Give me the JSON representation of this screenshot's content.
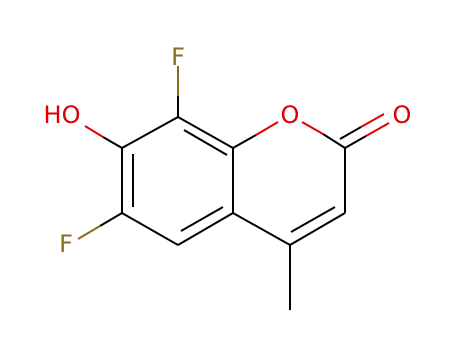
{
  "molecule": {
    "atoms": {
      "f_top": {
        "symbol": "F",
        "color": "#8a6d1a"
      },
      "f_left": {
        "symbol": "F",
        "color": "#8a6d1a"
      },
      "ho": {
        "symbol": "HO",
        "color": "#e00000"
      },
      "o_ring": {
        "symbol": "O",
        "color": "#e00000"
      },
      "o_carbonyl": {
        "symbol": "O",
        "color": "#e00000"
      }
    },
    "bond_color": "#000000"
  }
}
